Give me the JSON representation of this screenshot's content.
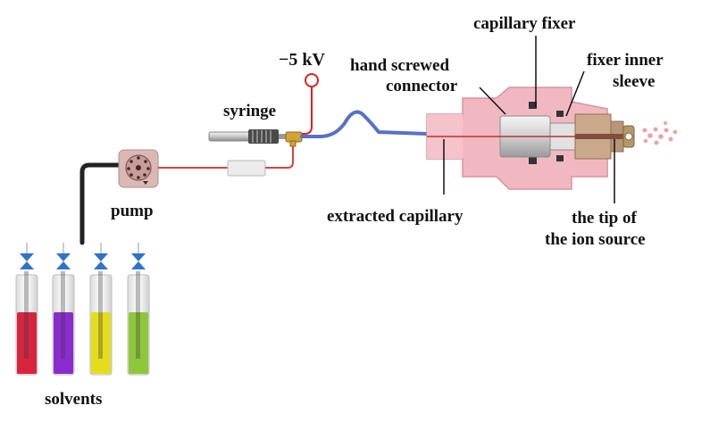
{
  "labels": {
    "voltage": "−5 kV",
    "syringe": "syringe",
    "pump": "pump",
    "solvents": "solvents",
    "hand_screwed_connector": [
      "hand screwed",
      "connector"
    ],
    "capillary_fixer": "capillary fixer",
    "fixer_inner_sleeve": [
      "fixer inner",
      "sleeve"
    ],
    "extracted_capillary": "extracted capillary",
    "tip_of_ion_source": [
      "the tip of",
      "the ion source"
    ]
  },
  "colors": {
    "high_voltage_wire": "#e02020",
    "pump_tubing": "#e04040",
    "solvent_tubing": "#222222",
    "capillary_tubing": "#5870c8",
    "housing": "#f2b8c2",
    "housing_dark": "#d9929e",
    "fixer_body": "#d6d6d6",
    "inner_sleeve": "#c9a98a",
    "valve": "#2f72d0",
    "spray": "#f0a0a8"
  },
  "solvents": [
    {
      "color": "#d8243f"
    },
    {
      "color": "#8a2bd0"
    },
    {
      "color": "#e6dd1a"
    },
    {
      "color": "#8ec83a"
    }
  ]
}
